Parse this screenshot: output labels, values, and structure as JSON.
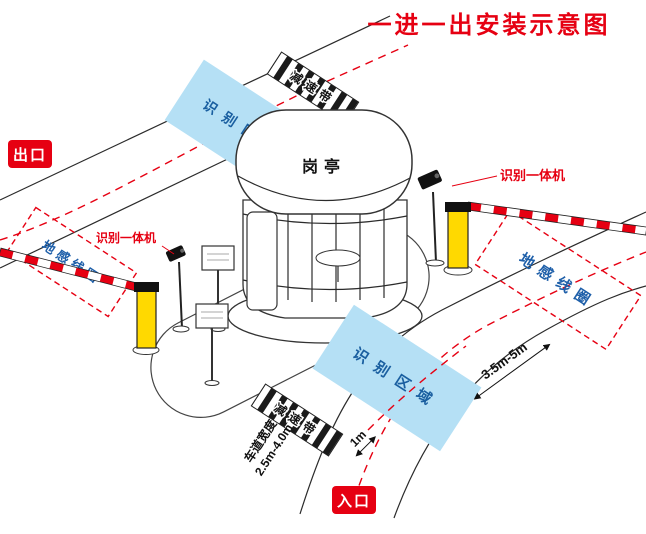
{
  "title": "一进一出安装示意图",
  "signs": {
    "exit": "出口",
    "entrance": "入口"
  },
  "booth": {
    "label": "岗亭"
  },
  "devices": {
    "recognition_machine": "识别一体机"
  },
  "zones": {
    "recognition_area": "识别区域",
    "ground_coil": "地感线圈",
    "speed_bump": "减速带"
  },
  "dimensions": {
    "lane_width_label": "车道宽度",
    "lane_width_value": "2.5m-4.0m",
    "barrier_to_coil": "3.5m-5m",
    "area_to_barrier": "1m"
  },
  "colors": {
    "accent_red": "#e60012",
    "zone_fill_blue": "#b5e0f5",
    "zone_text_blue": "#1a5fa0",
    "coil_text_blue": "#1e5fa9",
    "barrier_yellow": "#ffd900",
    "line_black": "#2b2b2b"
  }
}
